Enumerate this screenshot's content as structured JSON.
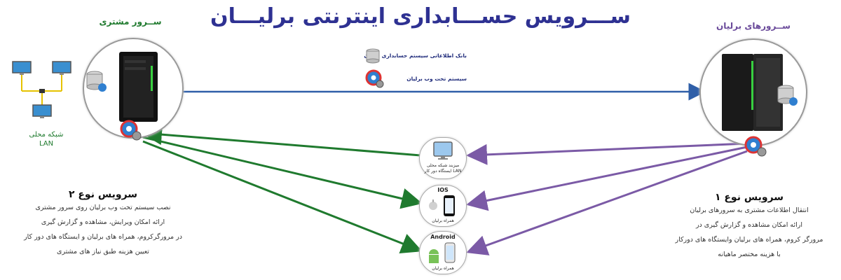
{
  "title": "ســـرویس حســـابداری اینترنتی برلیـــان",
  "customer_server": {
    "label": "ســرور مشتری"
  },
  "lan": {
    "label_fa": "شبکه محلی",
    "label_en": "LAN"
  },
  "berelian_servers": {
    "label": "ســرورهای برلیان"
  },
  "center_labels": {
    "db": "بانک اطلاعاتی سیستم حسابداری برلیان",
    "web": "سیستم تحت وب برلیان"
  },
  "devices": {
    "desktop": "میزبند شبکه محلی LAN ایستگاه دور کار",
    "ios_title": "IOS",
    "ios_caption": "همراه برلیان",
    "android_title": "Android",
    "android_caption": "همراه برلیان"
  },
  "service2": {
    "title": "سرویس نوع ۲",
    "lines": [
      "نصب سیستم تحت وب برلیان روی سرور مشتری",
      "ارائه امکان ویرایش، مشاهده و گزارش گیری",
      "در مرورگرکروم، همراه های برلیان و ایستگاه های دور کار",
      "تعیین هزینه طبق نیاز های مشتری"
    ]
  },
  "service1": {
    "title": "سرویس نوع ۱",
    "lines": [
      "انتقال اطلاعات مشتری به سرورهای برلیان",
      "ارائه امکان مشاهده و گزارش گیری در",
      "مرورگر کروم، همراه های برلیان وایستگاه های دورکار",
      "با هزینه مختصر ماهیانه"
    ]
  },
  "colors": {
    "title": "#2e3192",
    "green": "#1f7a2e",
    "purple": "#7b5aa6",
    "blue_arrow": "#2f5fa8"
  },
  "icons": [
    "monitor-icon",
    "database-icon",
    "chrome-gear-icon",
    "server-tower-icon",
    "apple-icon",
    "android-icon",
    "smartphone-icon"
  ]
}
